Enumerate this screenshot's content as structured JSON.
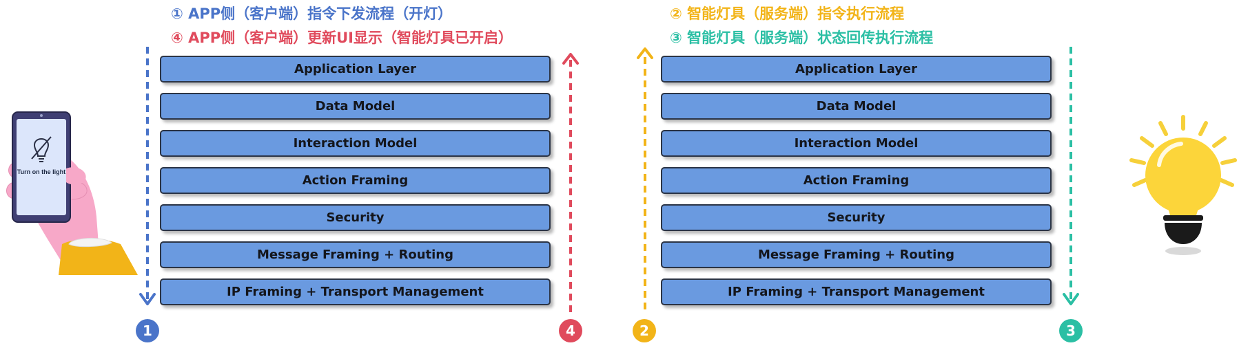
{
  "captions": {
    "step1": "① APP侧（客户端）指令下发流程（开灯）",
    "step4": "④ APP侧（客户端）更新UI显示（智能灯具已开启）",
    "step2": "② 智能灯具（服务端）指令执行流程",
    "step3": "③ 智能灯具（服务端）状态回传执行流程"
  },
  "layers": [
    "Application Layer",
    "Data Model",
    "Interaction Model",
    "Action Framing",
    "Security",
    "Message Framing + Routing",
    "IP Framing + Transport Management"
  ],
  "badges": {
    "b1": "1",
    "b2": "2",
    "b3": "3",
    "b4": "4"
  },
  "phone": {
    "screen_text": "Turn on the light",
    "icon": "lightbulb-off-icon"
  },
  "bulb": {
    "icon": "lightbulb-on-icon"
  },
  "colors": {
    "step1": "#4a74c9",
    "step2": "#f2b418",
    "step3": "#2bbfa4",
    "step4": "#e04a5c",
    "layer_fill": "#6a9ae0",
    "layer_border": "#2b3445"
  }
}
